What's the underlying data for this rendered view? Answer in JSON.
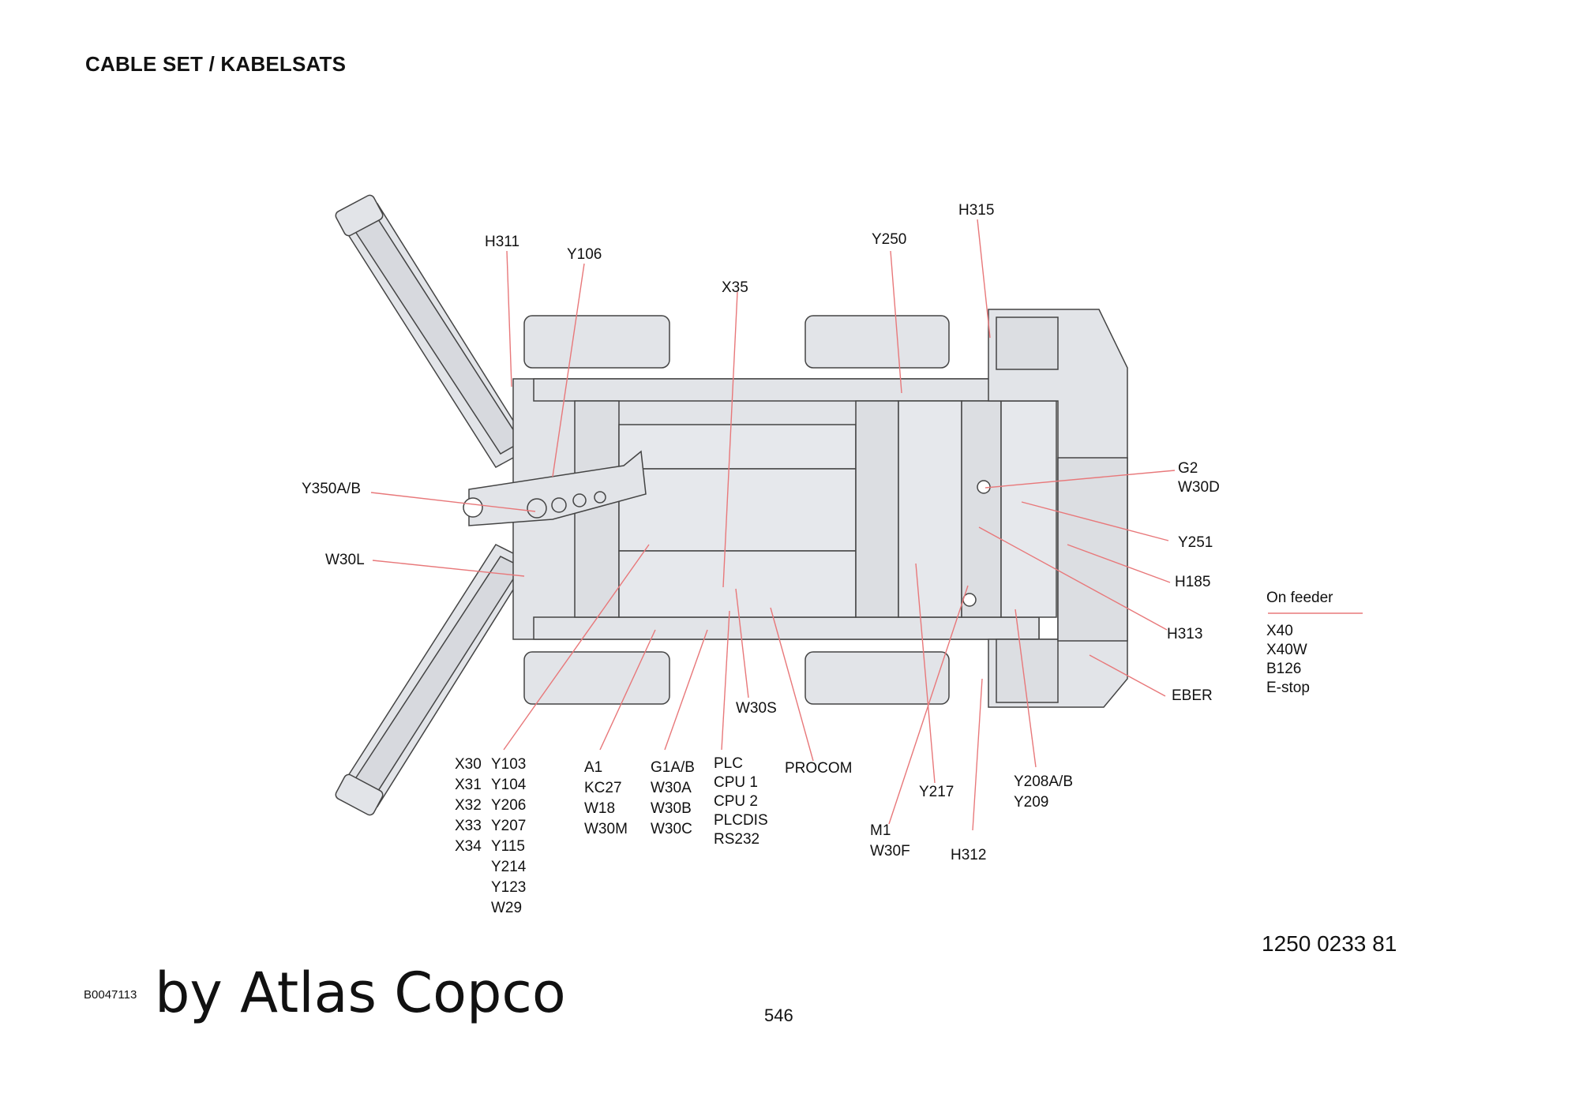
{
  "title": "CABLE SET / KABELSATS",
  "labels": {
    "h311": "H311",
    "y106": "Y106",
    "x35": "X35",
    "y250": "Y250",
    "h315": "H315",
    "y350ab": "Y350A/B",
    "w30l": "W30L",
    "g2": "G2",
    "w30d": "W30D",
    "y251": "Y251",
    "h185": "H185",
    "h313": "H313",
    "eber": "EBER",
    "w30s": "W30S",
    "procom": "PROCOM",
    "y217": "Y217",
    "h312": "H312",
    "m1_group": [
      "M1",
      "W30F"
    ],
    "y208_group": [
      "Y208A/B",
      "Y209"
    ],
    "x_group": [
      "X30",
      "X31",
      "X32",
      "X33",
      "X34"
    ],
    "y_group": [
      "Y103",
      "Y104",
      "Y206",
      "Y207",
      "Y115",
      "Y214",
      "Y123",
      "W29"
    ],
    "a1_group": [
      "A1",
      "KC27",
      "W18",
      "W30M"
    ],
    "g1_group": [
      "G1A/B",
      "W30A",
      "W30B",
      "W30C"
    ],
    "plc_group": [
      "PLC",
      "CPU 1",
      "CPU 2",
      "PLCDIS",
      "RS232"
    ]
  },
  "feeder": {
    "heading": "On feeder",
    "items": [
      "X40",
      "X40W",
      "B126",
      "E-stop"
    ]
  },
  "footer": {
    "doc_id": "B0047113",
    "brand": "by Atlas Copco",
    "part_number": "1250 0233 81",
    "page_number": "546"
  },
  "colors": {
    "leader_line": "#e8787a",
    "body_fill": "#e2e4e8",
    "outline": "#444444"
  }
}
